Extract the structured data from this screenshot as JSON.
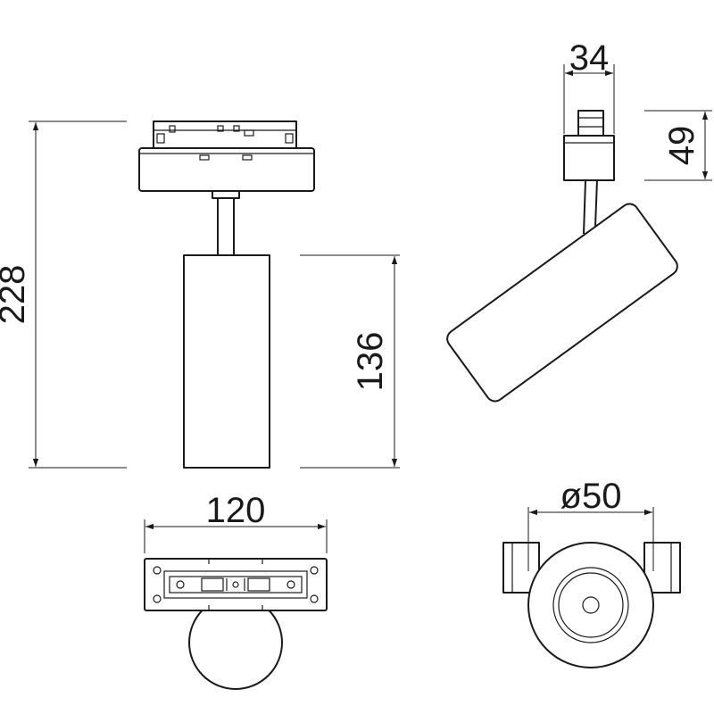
{
  "dimensions": {
    "total_height": "228",
    "lamp_height": "136",
    "connector_width": "34",
    "connector_height": "49",
    "adapter_width": "120",
    "lamp_diameter": "ø50"
  }
}
